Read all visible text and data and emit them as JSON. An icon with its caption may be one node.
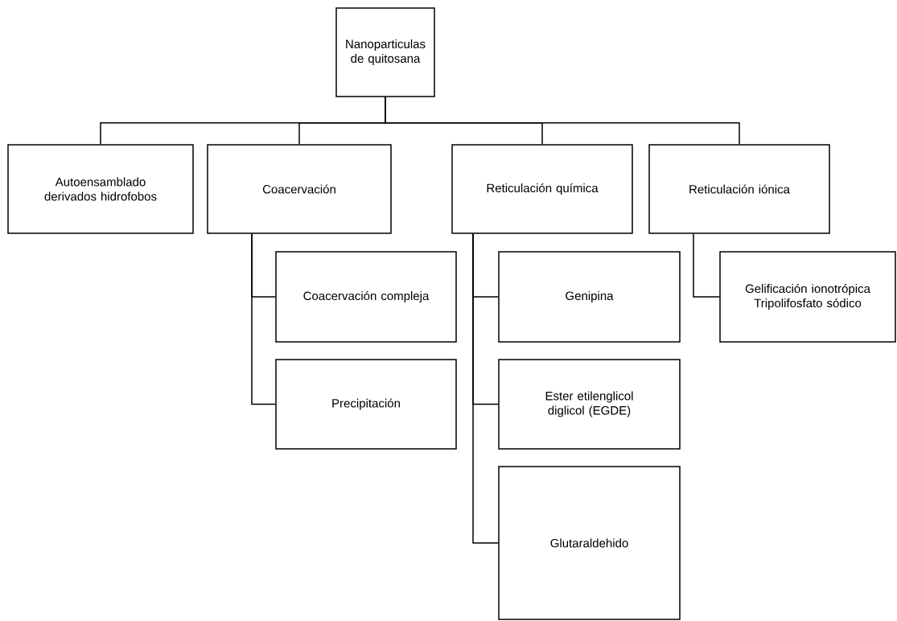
{
  "diagram": {
    "nodes": [
      {
        "text": [
          "Nanoparticulas de quitosana"
        ]
      },
      {
        "text": [
          "Autoensamblado derivados hidrofobos"
        ]
      },
      {
        "text": [
          "Coacervación"
        ]
      },
      {
        "text": [
          "Reticulación química"
        ]
      },
      {
        "text": [
          "Reticulación iónica"
        ]
      },
      {
        "text": [
          "Coacervación compleja"
        ]
      },
      {
        "text": [
          "Precipitación"
        ]
      },
      {
        "text": [
          "Genipina"
        ]
      },
      {
        "text": [
          "Ester etilenglicol diglicol (EGDE)"
        ]
      },
      {
        "text": [
          "Glutaraldehido"
        ]
      },
      {
        "text": [
          "Gelificación ionotrópica Tripolifosfato sódico"
        ]
      }
    ],
    "edges": [
      {
        "from": 0,
        "to": 1,
        "arrow": "none"
      },
      {
        "from": 0,
        "to": 2,
        "arrow": "none"
      },
      {
        "from": 0,
        "to": 3,
        "arrow": "none"
      },
      {
        "from": 0,
        "to": 4,
        "arrow": "none"
      },
      {
        "from": 2,
        "to": 5,
        "arrow": "none"
      },
      {
        "from": 2,
        "to": 6,
        "arrow": "none"
      },
      {
        "from": 3,
        "to": 7,
        "arrow": "none"
      },
      {
        "from": 3,
        "to": 8,
        "arrow": "none"
      },
      {
        "from": 3,
        "to": 9,
        "arrow": "none"
      },
      {
        "from": 4,
        "to": 10,
        "arrow": "none"
      }
    ]
  }
}
